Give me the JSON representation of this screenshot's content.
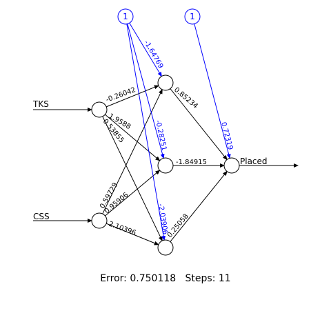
{
  "inputs": [
    {
      "id": "tks",
      "label": "TKS"
    },
    {
      "id": "css",
      "label": "CSS"
    }
  ],
  "bias_nodes": [
    {
      "id": "b1",
      "label": "1"
    },
    {
      "id": "b2",
      "label": "1"
    }
  ],
  "hidden_nodes": [
    {
      "id": "h1"
    },
    {
      "id": "h2"
    },
    {
      "id": "h3"
    }
  ],
  "output": {
    "id": "out",
    "label": "Placed"
  },
  "weights": {
    "tks_h1": "-0.26042",
    "tks_h2": "1.9588",
    "tks_h3": "0.53855",
    "css_h1": "0.59729",
    "css_h2": "0.95906",
    "css_h3": "2.10396",
    "h1_out": "0.85234",
    "h2_out": "-1.84915",
    "h3_out": "0.25058",
    "b1_h1": "-1.64769",
    "b1_h2": "-0.28251",
    "b1_h3": "-2.03906",
    "b2_out": "0.72319"
  },
  "footer": {
    "error_label": "Error:",
    "error_value": "0.750118",
    "steps_label": "Steps:",
    "steps_value": "11"
  },
  "colors": {
    "weight": "#000000",
    "bias": "#0000ff"
  }
}
